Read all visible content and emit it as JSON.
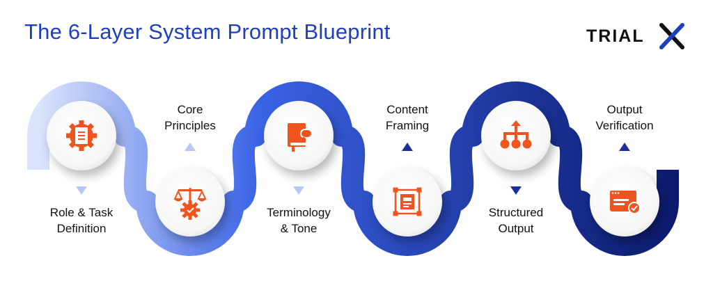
{
  "title": "The 6-Layer System Prompt Blueprint",
  "logo": {
    "text": "TRIALX",
    "text_color": "#111111",
    "accent_color": "#1f3fc1"
  },
  "colors": {
    "title": "#1f3fc1",
    "band_light": "#dbe4fb",
    "band_mid": "#3a63e6",
    "band_dark": "#0c1b6e",
    "icon": "#f0541e",
    "marker_light": "#b6c7f3",
    "marker_dark": "#1a2f9c"
  },
  "steps": [
    {
      "label_lines": [
        "Role & Task",
        "Definition"
      ],
      "icon": "gear-document-icon",
      "position": "top",
      "label_side": "below"
    },
    {
      "label_lines": [
        "Core",
        "Principles"
      ],
      "icon": "scales-gear-icon",
      "position": "bottom",
      "label_side": "above"
    },
    {
      "label_lines": [
        "Terminology",
        "& Tone"
      ],
      "icon": "book-speech-icon",
      "position": "top",
      "label_side": "below"
    },
    {
      "label_lines": [
        "Content",
        "Framing"
      ],
      "icon": "framed-document-icon",
      "position": "bottom",
      "label_side": "above"
    },
    {
      "label_lines": [
        "Structured",
        "Output"
      ],
      "icon": "hierarchy-icon",
      "position": "top",
      "label_side": "below"
    },
    {
      "label_lines": [
        "Output",
        "Verification"
      ],
      "icon": "browser-check-icon",
      "position": "bottom",
      "label_side": "above"
    }
  ]
}
